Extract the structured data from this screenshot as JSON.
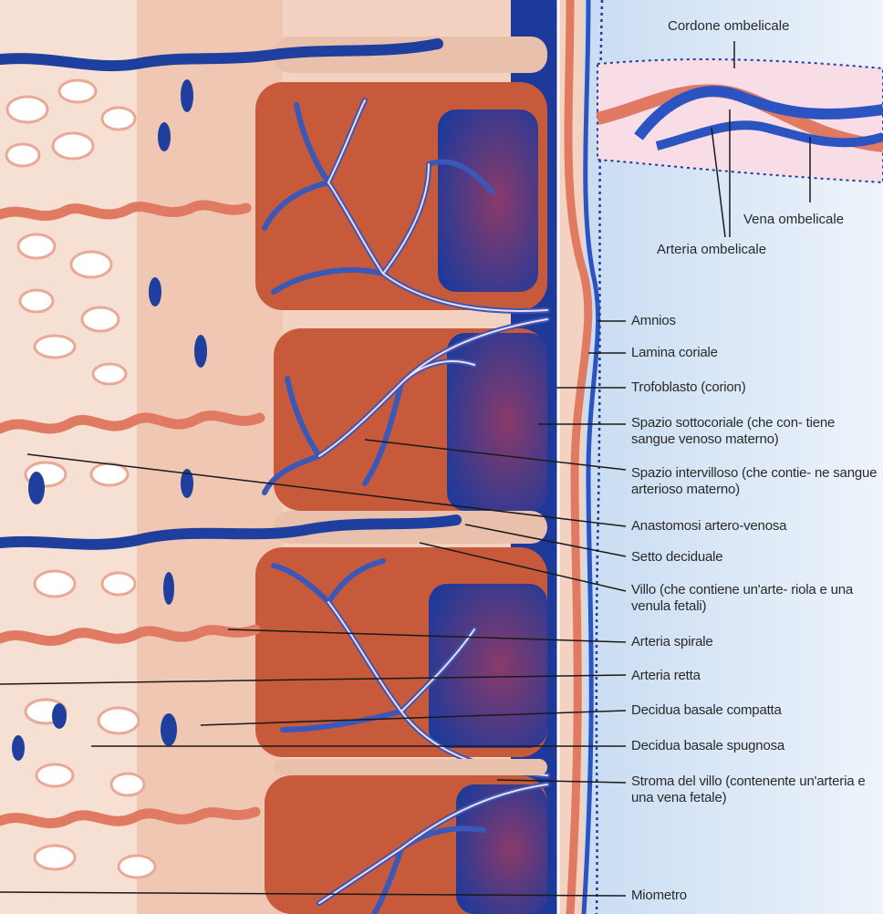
{
  "top_labels": {
    "cordone": "Cordone ombelicale",
    "vena": "Vena ombelicale",
    "arteria": "Arteria ombelicale"
  },
  "labels": [
    {
      "text": "Amnios"
    },
    {
      "text": "Lamina coriale"
    },
    {
      "text": "Trofoblasto (corion)"
    },
    {
      "text": "Spazio sottocoriale (che con- tiene sangue venoso materno)"
    },
    {
      "text": "Spazio intervilloso (che contie- ne sangue arterioso materno)"
    },
    {
      "text": "Anastomosi artero-venosa"
    },
    {
      "text": "Setto deciduale"
    },
    {
      "text": "Villo (che contiene un'arte- riola e una venula fetali)"
    },
    {
      "text": "Arteria spirale"
    },
    {
      "text": "Arteria retta"
    },
    {
      "text": "Decidua basale compatta"
    },
    {
      "text": "Decidua basale spugnosa"
    },
    {
      "text": "Stroma del villo (contenente un'arteria e una vena fetale)"
    },
    {
      "text": "Miometro"
    }
  ],
  "colors": {
    "maternal_vein": "#1f3f9e",
    "artery": "#e07a63",
    "decidua": "#f1c9b6",
    "myometrium": "#f7e2d6",
    "intervillous": "#c85a3c",
    "amniotic_side": "#dbe9f7"
  }
}
